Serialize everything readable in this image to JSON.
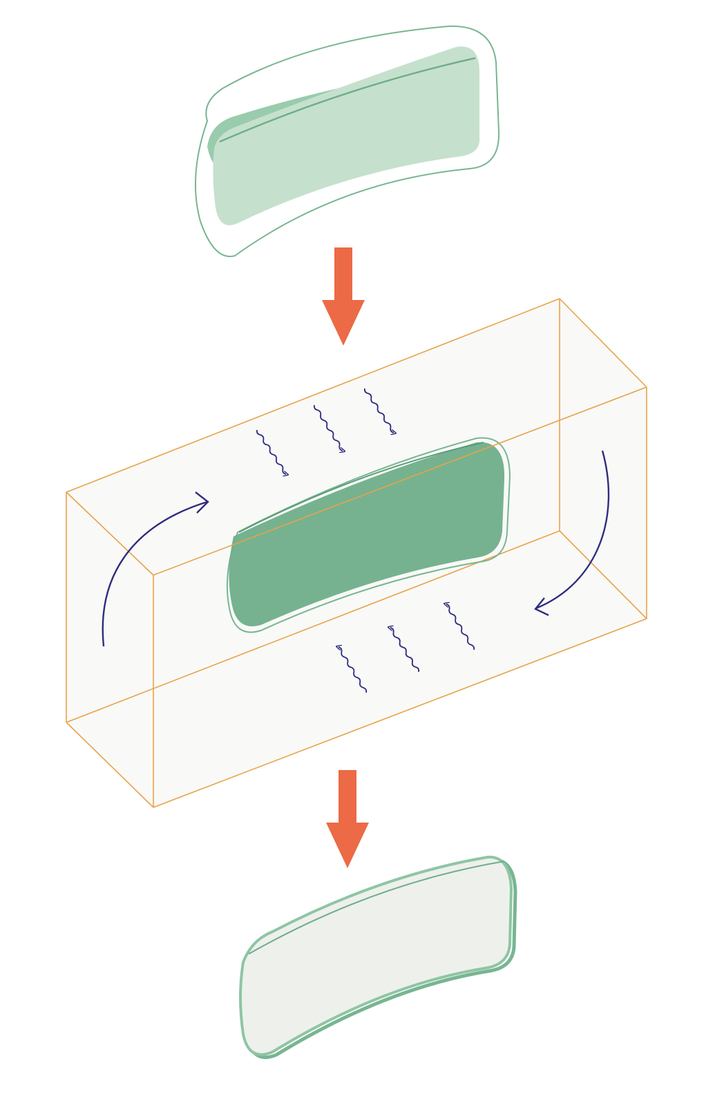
{
  "colors": {
    "background": "#ffffff",
    "box_edge": "#e8a24a",
    "box_fill": "#f4f4f0",
    "arrow": "#ec6a45",
    "rotation_arrow": "#2f2d7e",
    "wave": "#2f2d7e",
    "tablet_fill": "#8ec5a4",
    "tablet_fill_dark": "#6fae8a",
    "tablet_light_fill": "#c6e0ce",
    "tablet_outline": "#78b592",
    "coated_tablet_fill": "#eef0ec"
  },
  "icons": {
    "down_arrows": "thick-down-arrow",
    "rotation": "curved-rotation-arrow",
    "waves": "wavy-arrow"
  }
}
